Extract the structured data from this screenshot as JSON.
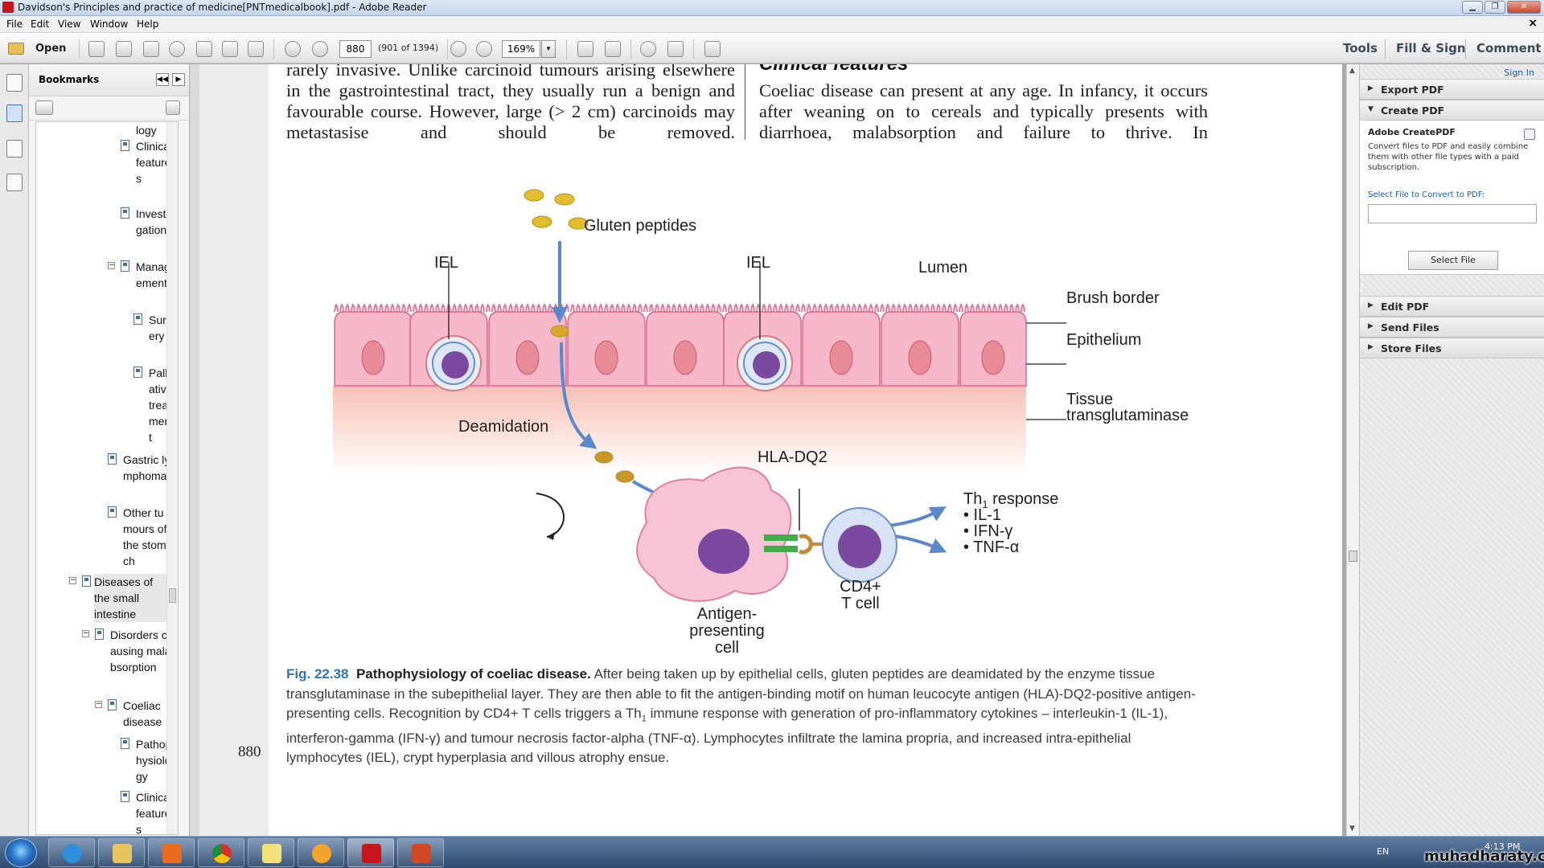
{
  "window": {
    "title": "Davidson's Principles and practice of medicine[PNTmedicalbook].pdf - Adobe Reader",
    "min": "▁",
    "max": "❐",
    "close": "✕"
  },
  "menu": [
    "File",
    "Edit",
    "View",
    "Window",
    "Help"
  ],
  "menu_doc_close": "×",
  "toolbar": {
    "open_label": "Open",
    "page_value": "880",
    "page_count": "(901 of 1394)",
    "zoom_value": "169%",
    "zoom_arrow": "▾",
    "tools_label": "Tools",
    "fillsign_label": "Fill & Sign",
    "comment_label": "Comment"
  },
  "bookmarks": {
    "title": "Bookmarks",
    "collapse": "◀◀",
    "expand": "▶",
    "items": [
      {
        "label": "logy"
      },
      {
        "label": "Clinical features"
      },
      {
        "label": "Investigations"
      },
      {
        "label": "Management"
      },
      {
        "label": "Surgery"
      },
      {
        "label": "Palliative treatment"
      },
      {
        "label": "Gastric lymphoma"
      },
      {
        "label": "Other tumours of the stomach"
      },
      {
        "label": "Diseases of the small intestine"
      },
      {
        "label": "Disorders causing malabsorption"
      },
      {
        "label": "Coeliac disease"
      },
      {
        "label": "Pathophysiology"
      },
      {
        "label": "Clinical features"
      }
    ],
    "toggle_minus": "−"
  },
  "document": {
    "left_column_text": "rarely invasive. Unlike carcinoid tumours arising elsewhere in the gastrointestinal tract, they usually run a benign and favourable course. However, large (> 2 cm) carcinoids may metastasise and should be removed.",
    "section_heading": "Clinical features",
    "right_column_text": "Coeliac disease can present at any age. In infancy, it occurs after weaning on to cereals and typically presents with diarrhoea, malabsorption and failure to thrive. In",
    "page_number": "880",
    "figure": {
      "labels": {
        "gluten": "Gluten peptides",
        "iel1": "IEL",
        "iel2": "IEL",
        "lumen": "Lumen",
        "brush": "Brush border",
        "epithelium": "Epithelium",
        "tissue1": "Tissue",
        "tissue2": "transglutaminase",
        "deamidation": "Deamidation",
        "hla": "HLA-DQ2",
        "th1": "Th",
        "th1_sub": "1",
        "th1_rest": " response",
        "il1": "• IL-1",
        "ifn": "• IFN-γ",
        "tnf": "• TNF-α",
        "cd4_1": "CD4+",
        "cd4_2": "T cell",
        "apc1": "Antigen-",
        "apc2": "presenting",
        "apc3": "cell"
      },
      "caption": {
        "number": "Fig. 22.38",
        "title": "Pathophysiology of coeliac disease.",
        "text": "After being taken up by epithelial cells, gluten peptides are deamidated by the enzyme tissue transglutaminase in the subepithelial layer. They are then able to fit the antigen-binding motif on human leucocyte antigen (HLA)-DQ2-positive antigen-presenting cells. Recognition by CD4+ T cells triggers a Th",
        "sub": "1",
        "text2": " immune response with generation of pro-inflammatory cytokines – interleukin-1 (IL-1), interferon-gamma (IFN-γ) and tumour necrosis factor-alpha (TNF-α). Lymphocytes infiltrate the lamina propria, and increased intra-epithelial lymphocytes (IEL), crypt hyperplasia and villous atrophy ensue."
      }
    }
  },
  "tools_pane": {
    "sign_in": "Sign In",
    "export_pdf": "Export PDF",
    "create_pdf": "Create PDF",
    "adobe_createpdf": "Adobe CreatePDF",
    "description": "Convert files to PDF and easily combine them with other file types with a paid subscription.",
    "select_label": "Select File to Convert to PDF:",
    "select_button": "Select File",
    "edit_pdf": "Edit PDF",
    "send_files": "Send Files",
    "store_files": "Store Files",
    "collapsed_arrow": "▶",
    "expanded_arrow": "▼"
  },
  "taskbar": {
    "lang": "EN",
    "time": "4:13 PM"
  },
  "watermark": "muhadharaty.com",
  "colors": {
    "accent_blue": "#2f73b6",
    "epithelium_pink": "#f4a9bf",
    "arrow_blue": "#5b88c8",
    "peptide_gold": "#d8aa2c"
  }
}
